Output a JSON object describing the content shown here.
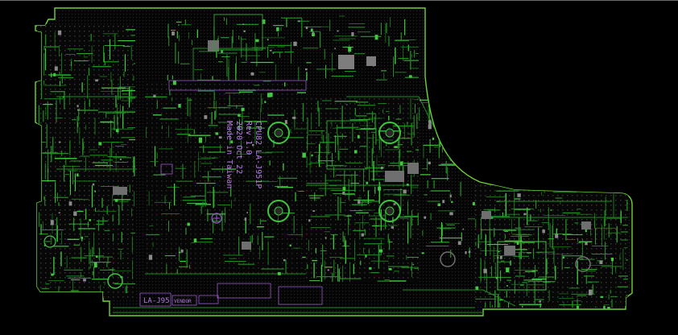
{
  "board": {
    "silk": {
      "line1": "CPU82 LA-J951P",
      "line2": "Rev 1.0",
      "line3": "2020 Oct 22",
      "line4": "Made in Taiwan"
    },
    "label_la": "LA-J95",
    "label_vendor": "VENDOR",
    "colors": {
      "background": "#000000",
      "outline": "#6fd23a",
      "trace": "#1f8c1f",
      "trace_bright": "#43c843",
      "copper_fill": "#0a0a0a",
      "pad": "#8a8a8a",
      "silk": "#9b59d0",
      "silk_text": "#b77ce6"
    },
    "icons": [
      "hole-icon",
      "logo-icon"
    ]
  }
}
